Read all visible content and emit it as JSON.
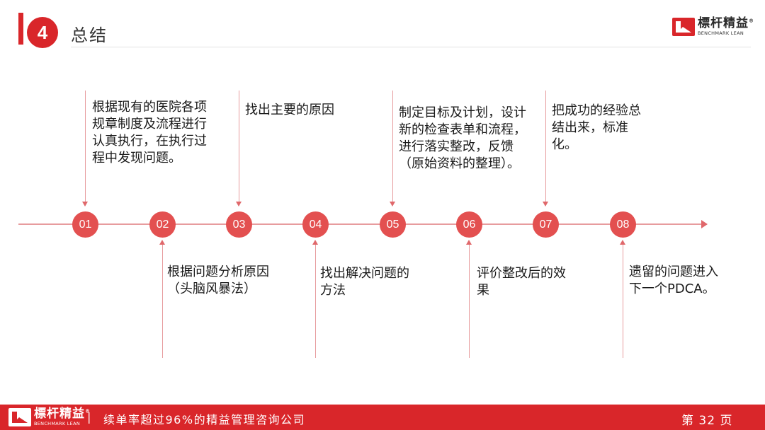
{
  "header": {
    "section_number": "4",
    "title": "总结"
  },
  "logo": {
    "cn": "標杆精益",
    "en": "BENCHMARK LEAN",
    "reg": "®"
  },
  "timeline": {
    "nodes": [
      "01",
      "02",
      "03",
      "04",
      "05",
      "06",
      "07",
      "08"
    ],
    "top_notes": [
      "根据现有的医院各项规章制度及流程进行认真执行，在执行过程中发现问题。",
      "找出主要的原因",
      "制定目标及计划，设计新的检查表单和流程，进行落实整改，反馈（原始资料的整理）。",
      "把成功的经验总结出来，标准化。"
    ],
    "bottom_notes": [
      "根据问题分析原因（头脑风暴法）",
      "找出解决问题的方法",
      "评价整改后的效果",
      "遗留的问题进入下一个PDCA。"
    ]
  },
  "footer": {
    "separator": "|",
    "slogan": "续单率超过96%的精益管理咨询公司",
    "page_label": "第 32 页"
  },
  "colors": {
    "brand_red": "#d9262a",
    "node_red": "#e35050",
    "line_pink": "#e79c9e"
  }
}
